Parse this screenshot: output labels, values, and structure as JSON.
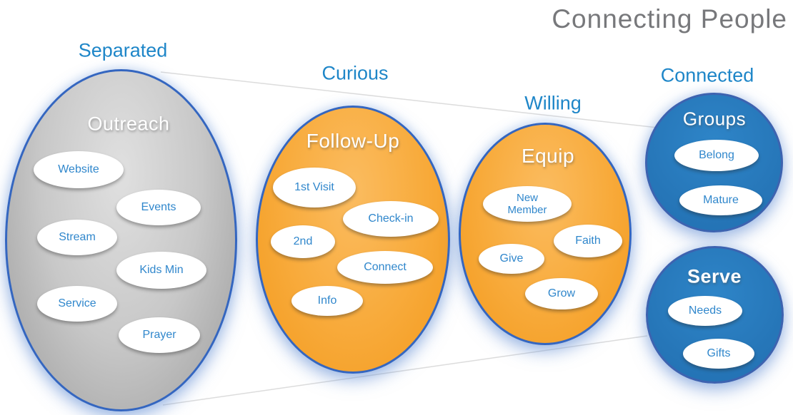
{
  "title": "Connecting People",
  "colors": {
    "title_gray": "#77787B",
    "stage_label_blue": "#1E86C8",
    "pill_text_blue": "#3087CC",
    "shape_border_blue": "#3466C0",
    "orange_fill": "#F5A02B",
    "gray_fill": "#ABABAB",
    "circle_blue_fill": "#2878BA",
    "funnel_line_gray": "#DCDCDC"
  },
  "stages": [
    {
      "label": "Separated",
      "heading": "Outreach",
      "items": [
        "Website",
        "Events",
        "Stream",
        "Kids Min",
        "Service",
        "Prayer"
      ]
    },
    {
      "label": "Curious",
      "heading": "Follow-Up",
      "items": [
        "1st Visit",
        "Check-in",
        "2nd",
        "Connect",
        "Info"
      ]
    },
    {
      "label": "Willing",
      "heading": "Equip",
      "items": [
        "New Member",
        "Faith",
        "Give",
        "Grow"
      ]
    },
    {
      "label": "Connected",
      "circles": [
        {
          "heading": "Groups",
          "items": [
            "Belong",
            "Mature"
          ]
        },
        {
          "heading": "Serve",
          "items": [
            "Needs",
            "Gifts"
          ]
        }
      ]
    }
  ]
}
